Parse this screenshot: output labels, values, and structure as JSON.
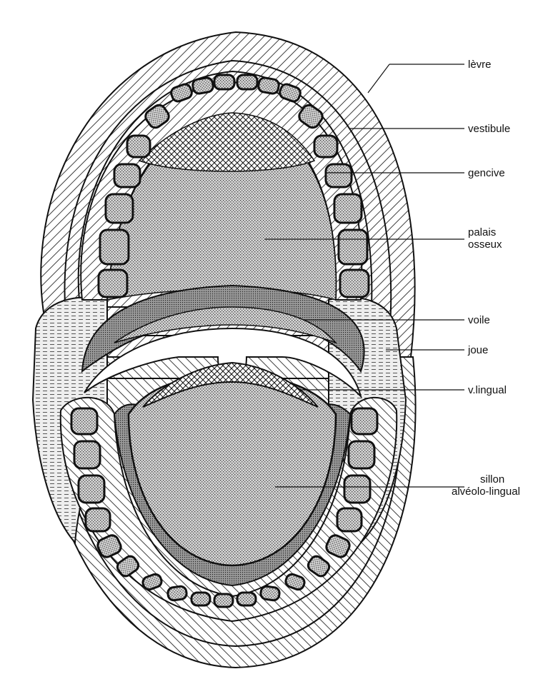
{
  "labels": {
    "levre": "lèvre",
    "vestibule": "vestibule",
    "gencive": "gencive",
    "palais_line1": "palais",
    "palais_line2": "osseux",
    "voile": "voile",
    "joue": "joue",
    "v_lingual": "v.lingual",
    "sillon_line1": "sillon",
    "sillon_line2": "alvéolo-lingual"
  }
}
